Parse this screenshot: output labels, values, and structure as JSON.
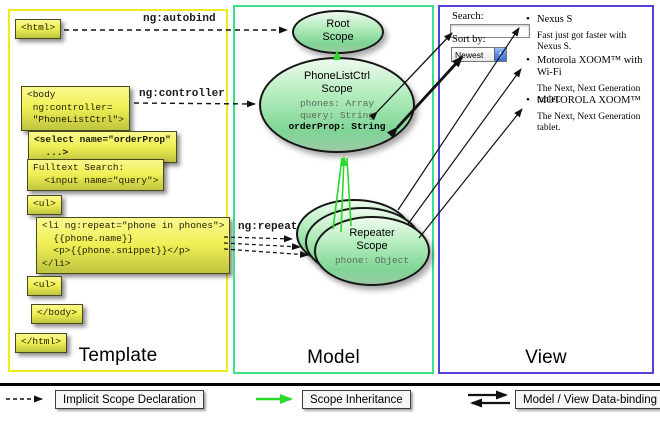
{
  "colors": {
    "template_border": "#f0ec1c",
    "model_border": "#3fe08c",
    "view_border": "#5342d8",
    "yellow_box_top": "#f9f98f",
    "yellow_box_bottom": "#bec43e",
    "scope_fill_top": "#eefaee",
    "scope_fill_bottom": "#7fd596",
    "green_arrow": "#2bd82b",
    "arrow_black": "#111111"
  },
  "connectors": {
    "autobind": "ng:autobind",
    "controller": "ng:controller",
    "repeat": "ng:repeat"
  },
  "template_panel": {
    "label": "Template",
    "boxes": {
      "html_open": "<html>",
      "body_open": "<body\n ng:controller=\n \"PhoneListCtrl\">",
      "select_tag": "<select name=\"orderProp\"\n  ...>",
      "fulltext": "Fulltext Search:\n  <input name=\"query\">",
      "ul_open": "<ul>",
      "li_repeat": "<li ng:repeat=\"phone in phones\">\n  {{phone.name}}\n  <p>{{phone.snippet}}</p>\n</li>",
      "ul_open2": "<ul>",
      "body_close": "</body>",
      "html_close": "</html>"
    }
  },
  "model_panel": {
    "label": "Model",
    "root_scope": {
      "title": "Root\nScope"
    },
    "phonelist_scope": {
      "title": "PhoneListCtrl\nScope",
      "props": [
        "phones: Array",
        "query: String",
        "orderProp: String"
      ]
    },
    "repeater_scope": {
      "title": "Repeater\nScope",
      "prop": "phone: Object"
    }
  },
  "view_panel": {
    "label": "View",
    "search_label": "Search:",
    "search_value": "",
    "sort_label": "Sort by:",
    "sort_value": "Newest",
    "items": [
      {
        "title": "Nexus S",
        "desc": "Fast just got faster with Nexus S."
      },
      {
        "title": "Motorola XOOM™ with Wi-Fi",
        "desc": "The Next, Next Generation tablet."
      },
      {
        "title": "MOTOROLA XOOM™",
        "desc": "The Next, Next Generation tablet."
      }
    ]
  },
  "legend": {
    "implicit": "Implicit Scope Declaration",
    "inheritance": "Scope Inheritance",
    "databinding": "Model / View Data-binding"
  }
}
